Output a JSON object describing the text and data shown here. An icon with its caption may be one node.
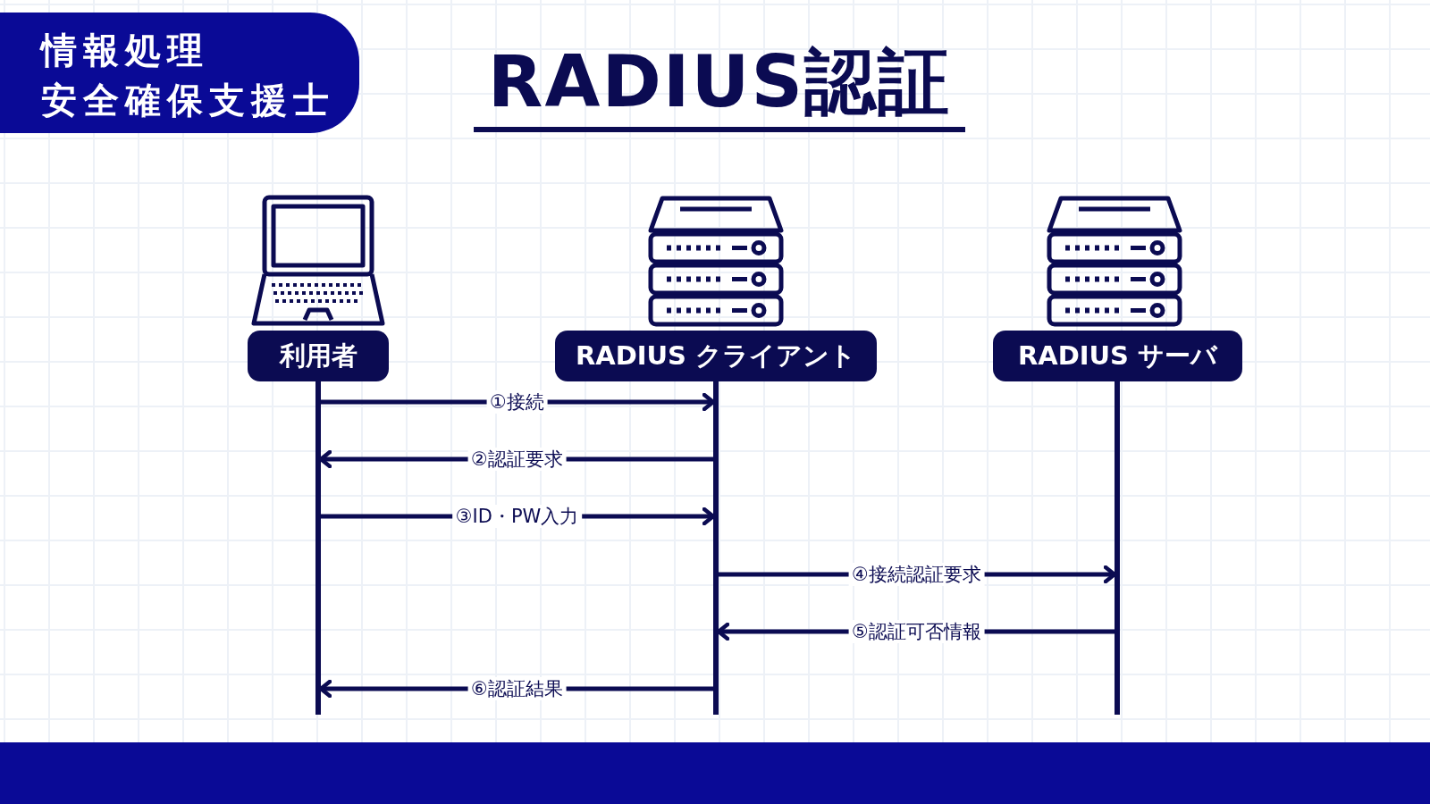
{
  "diagram": {
    "title": "RADIUS認証",
    "nodes": [
      {
        "text": [
          "情報処理安全確保支援士"
        ]
      },
      {
        "text": [
          "利用者"
        ]
      },
      {
        "text": [
          "RADIUS クライアント"
        ]
      },
      {
        "text": [
          "RADIUS サーバ"
        ]
      }
    ],
    "edges": [
      {
        "from": 1,
        "to": 2,
        "arrow": "to",
        "label": "①接続"
      },
      {
        "from": 2,
        "to": 1,
        "arrow": "to",
        "label": "②認証要求"
      },
      {
        "from": 1,
        "to": 2,
        "arrow": "to",
        "label": "③ID・PW入力"
      },
      {
        "from": 2,
        "to": 3,
        "arrow": "to",
        "label": "④接続認証要求"
      },
      {
        "from": 3,
        "to": 2,
        "arrow": "to",
        "label": "⑤認証可否情報"
      },
      {
        "from": 2,
        "to": 1,
        "arrow": "to",
        "label": "⑥認証結果"
      }
    ]
  }
}
